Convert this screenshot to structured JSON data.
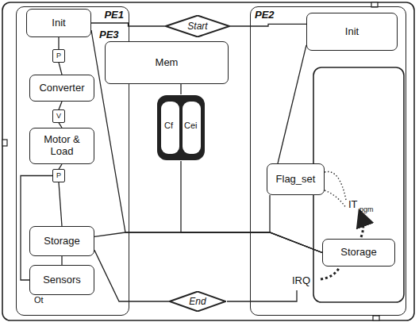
{
  "diagram": {
    "nodes": [
      {
        "text": [
          "PE1"
        ]
      },
      {
        "text": [
          "Init"
        ],
        "in": 0
      },
      {
        "text": [
          "P"
        ],
        "in": 0
      },
      {
        "text": [
          "Converter"
        ],
        "in": 0
      },
      {
        "text": [
          "V"
        ],
        "in": 0
      },
      {
        "text": [
          "Motor & Load"
        ],
        "in": 0
      },
      {
        "text": [
          "P"
        ],
        "in": 0
      },
      {
        "text": [
          "Storage"
        ],
        "in": 0
      },
      {
        "text": [
          "Sensors"
        ],
        "in": 0
      },
      {
        "text": [
          "Start"
        ]
      },
      {
        "text": [
          "PE3"
        ]
      },
      {
        "text": [
          "Mem"
        ],
        "in": 10
      },
      {
        "text": [
          "PE2"
        ]
      },
      {
        "text": [
          "Init"
        ],
        "in": 12
      },
      {
        "text": [
          "Flag_set"
        ],
        "in": 12
      },
      {
        "text": [
          "Storage"
        ],
        "in": 12
      },
      {
        "text": [
          "End"
        ]
      }
    ],
    "edges": [
      {
        "from": 1,
        "to": 2,
        "arrow": "none"
      },
      {
        "from": 2,
        "to": 3,
        "arrow": "none"
      },
      {
        "from": 3,
        "to": 4,
        "arrow": "none"
      },
      {
        "from": 4,
        "to": 5,
        "arrow": "none"
      },
      {
        "from": 5,
        "to": 6,
        "arrow": "none"
      },
      {
        "from": 6,
        "to": 7,
        "arrow": "none"
      },
      {
        "from": 7,
        "to": 8,
        "arrow": "none"
      },
      {
        "from": 8,
        "to": 6,
        "arrow": "none"
      },
      {
        "from": 1,
        "to": 9,
        "arrow": "none"
      },
      {
        "from": 9,
        "to": 13,
        "arrow": "none"
      },
      {
        "from": 1,
        "to": 15,
        "arrow": "none"
      },
      {
        "from": 7,
        "to": 15,
        "arrow": "none"
      },
      {
        "from": 11,
        "to": 15,
        "arrow": "none"
      },
      {
        "from": 14,
        "to": 15,
        "arrow": "none"
      },
      {
        "from": 13,
        "to": 14,
        "arrow": "none"
      },
      {
        "from": 7,
        "to": 16,
        "arrow": "none"
      }
    ],
    "labels": [
      "Ot",
      "Cf",
      "Cei",
      "IT",
      "pgm",
      "IRQ"
    ]
  }
}
